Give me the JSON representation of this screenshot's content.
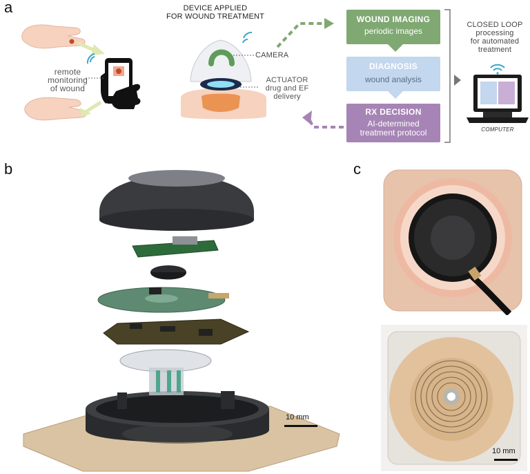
{
  "panels": {
    "a": "a",
    "b": "b",
    "c": "c"
  },
  "panel_a": {
    "remote_label": [
      "remote",
      "monitoring",
      "of wound"
    ],
    "device_title": [
      "DEVICE APPLIED",
      "FOR WOUND TREATMENT"
    ],
    "camera_label": "CAMERA",
    "actuator_label": [
      "ACTUATOR",
      "drug and EF",
      "delivery"
    ],
    "boxes": [
      {
        "title": "WOUND IMAGING",
        "subtitle": [
          "periodic images"
        ],
        "color": "#7fa872",
        "text_color": "#ffffff"
      },
      {
        "title": "DIAGNOSIS",
        "subtitle": [
          "wound analysis"
        ],
        "color": "#c3d7ee",
        "text_color": "#5a6f86"
      },
      {
        "title": "RX DECISION",
        "subtitle": [
          "AI-determined",
          "treatment protocol"
        ],
        "color": "#a684b5",
        "text_color": "#ffffff"
      }
    ],
    "closed_loop_label": [
      "CLOSED LOOP",
      "processing",
      "for automated",
      "treatment"
    ],
    "computer_label": "COMPUTER"
  },
  "panel_b": {
    "scale_label": "10 mm"
  },
  "panel_c": {
    "scale_label": "10 mm"
  },
  "colors": {
    "green": "#7fa872",
    "blue": "#c3d7ee",
    "purple": "#a684b5",
    "wifi": "#3aa7c9",
    "skin": "#f6d2bf"
  }
}
